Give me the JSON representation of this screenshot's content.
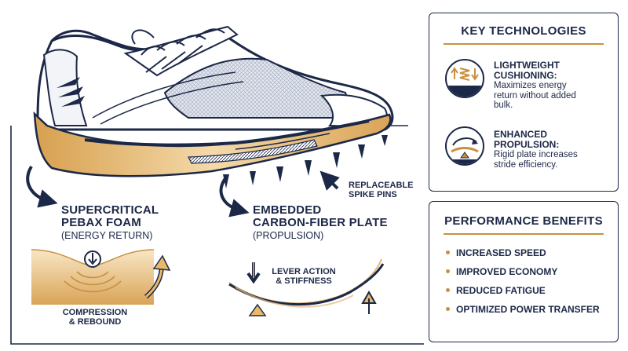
{
  "callouts": {
    "foam": {
      "title1": "SUPERCRITICAL",
      "title2": "PEBAX FOAM",
      "subtitle": "(ENERGY RETURN)"
    },
    "plate": {
      "title1": "EMBEDDED",
      "title2": "CARBON-FIBER PLATE",
      "subtitle": "(PROPULSION)"
    },
    "spikes": {
      "line1": "REPLACEABLE",
      "line2": "SPIKE PINS"
    },
    "compression": {
      "line1": "COMPRESSION",
      "line2": "& REBOUND"
    },
    "lever": {
      "line1": "LEVER ACTION",
      "line2": "& STIFFNESS"
    }
  },
  "key_technologies": {
    "title": "KEY TECHNOLOGIES",
    "items": [
      {
        "head1": "LIGHTWEIGHT",
        "head2": "CUSHIONING:",
        "desc": [
          "Maximizes energy",
          "return without added",
          "bulk."
        ],
        "icon": "spring-cushion-icon"
      },
      {
        "head1": "ENHANCED",
        "head2": "PROPULSION:",
        "desc": [
          "Rigid plate increases",
          "stride efficiency."
        ],
        "icon": "flex-plate-icon"
      }
    ]
  },
  "performance_benefits": {
    "title": "PERFORMANCE BENEFITS",
    "items": [
      "INCREASED SPEED",
      "IMPROVED ECONOMY",
      "REDUCED FATIGUE",
      "OPTIMIZED POWER TRANSFER"
    ]
  },
  "colors": {
    "navy": "#1c2847",
    "gold": "#c8913f",
    "foam_light": "#f6dfb8",
    "foam_dark": "#d49a4a"
  }
}
